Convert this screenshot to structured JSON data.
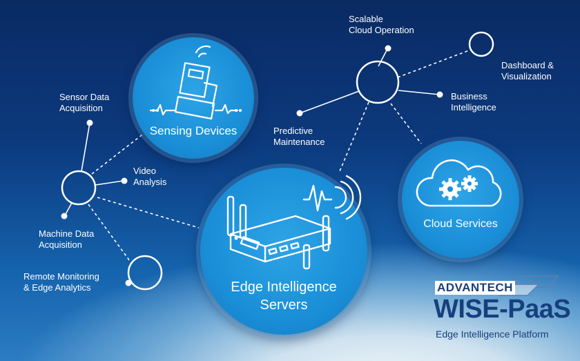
{
  "hubs": {
    "sensing": "Sensing Devices",
    "edge_line1": "Edge Intelligence",
    "edge_line2": "Servers",
    "cloud": "Cloud Services"
  },
  "labels": {
    "sensor": "Sensor Data\nAcquisition",
    "video": "Video\nAnalysis",
    "machine": "Machine Data\nAcquisition",
    "remote": "Remote Monitoring\n& Edge Analytics",
    "scalable": "Scalable\nCloud Operation",
    "dashboard": "Dashboard &\nVisualization",
    "business": "Business\nIntelligence",
    "predictive": "Predictive\nMaintenance"
  },
  "brand": {
    "company": "ADVANTECH",
    "product": "WISE-PaaS",
    "tagline": "Edge Intelligence Platform"
  },
  "colors": {
    "hub": "#1a8fd8",
    "brand": "#173f7d"
  }
}
